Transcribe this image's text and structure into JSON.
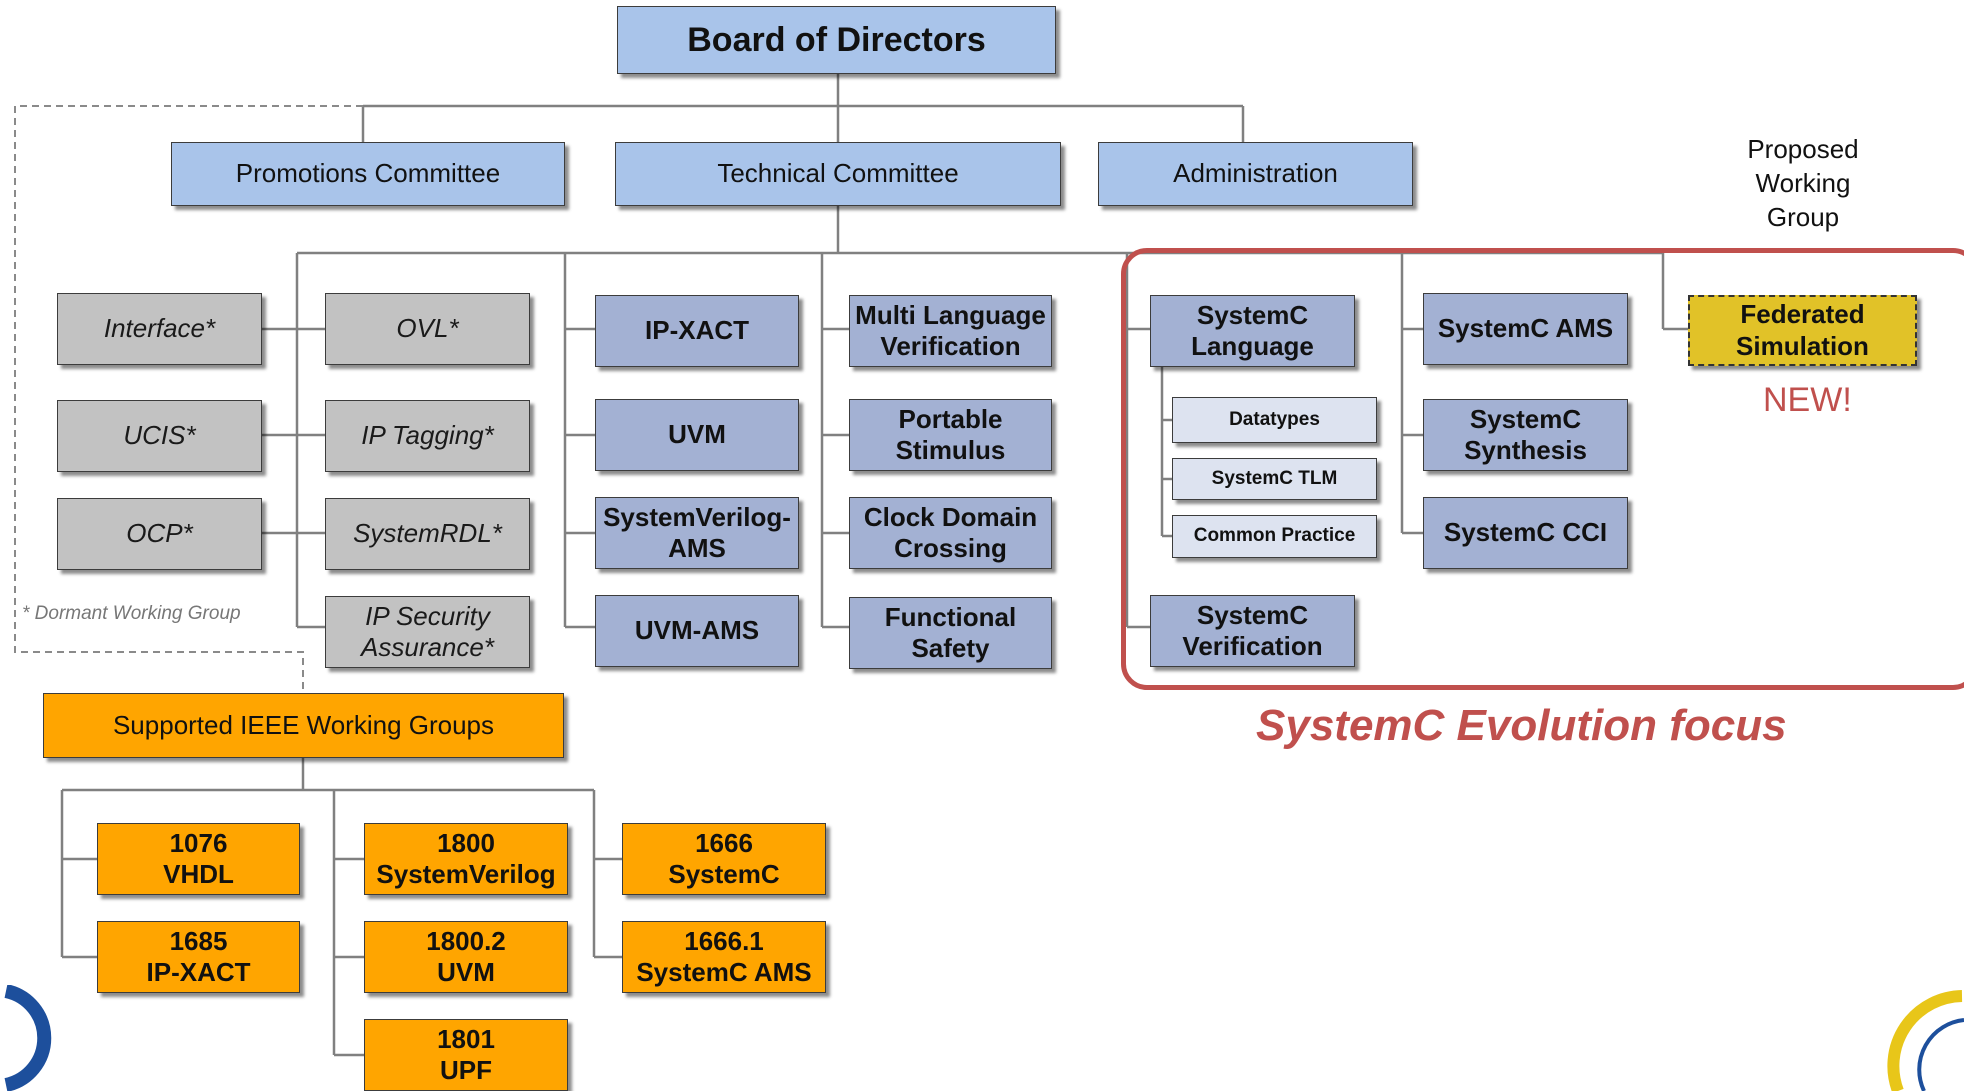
{
  "board": "Board of Directors",
  "committees": {
    "promotions": "Promotions Committee",
    "technical": "Technical Committee",
    "administration": "Administration"
  },
  "dormant": {
    "interface": "Interface*",
    "ucis": "UCIS*",
    "ocp": "OCP*",
    "ovl": "OVL*",
    "ip_tagging": "IP Tagging*",
    "systemrdl": "SystemRDL*",
    "ip_security_1": "IP Security",
    "ip_security_2": "Assurance*",
    "note": "* Dormant Working Group"
  },
  "working_groups": {
    "ip_xact": "IP-XACT",
    "uvm": "UVM",
    "sv_ams_1": "SystemVerilog-",
    "sv_ams_2": "AMS",
    "uvm_ams": "UVM-AMS",
    "mlv_1": "Multi Language",
    "mlv_2": "Verification",
    "ps_1": "Portable",
    "ps_2": "Stimulus",
    "cdc_1": "Clock Domain",
    "cdc_2": "Crossing",
    "fs_1": "Functional",
    "fs_2": "Safety"
  },
  "systemc": {
    "language_1": "SystemC",
    "language_2": "Language",
    "datatypes": "Datatypes",
    "tlm": "SystemC TLM",
    "common_practice": "Common Practice",
    "verification_1": "SystemC",
    "verification_2": "Verification",
    "ams": "SystemC AMS",
    "synthesis_1": "SystemC",
    "synthesis_2": "Synthesis",
    "cci": "SystemC CCI",
    "focus_label": "SystemC Evolution focus"
  },
  "proposed": {
    "label_1": "Proposed",
    "label_2": "Working",
    "label_3": "Group",
    "federated_1": "Federated",
    "federated_2": "Simulation",
    "new": "NEW!"
  },
  "ieee": {
    "header": "Supported IEEE Working Groups",
    "g1076_num": "1076",
    "g1076_name": "VHDL",
    "g1685_num": "1685",
    "g1685_name": "IP-XACT",
    "g1800_num": "1800",
    "g1800_name": "SystemVerilog",
    "g1800_2_num": "1800.2",
    "g1800_2_name": "UVM",
    "g1801_num": "1801",
    "g1801_name": "UPF",
    "g1666_num": "1666",
    "g1666_name": "SystemC",
    "g1666_1_num": "1666.1",
    "g1666_1_name": "SystemC AMS"
  },
  "colors": {
    "committee": "#a9c4ea",
    "working_group": "#a3b1d3",
    "dormant": "#c2c2c2",
    "ieee": "#ffa500",
    "proposed": "#e1c228",
    "focus": "#c0504d"
  }
}
